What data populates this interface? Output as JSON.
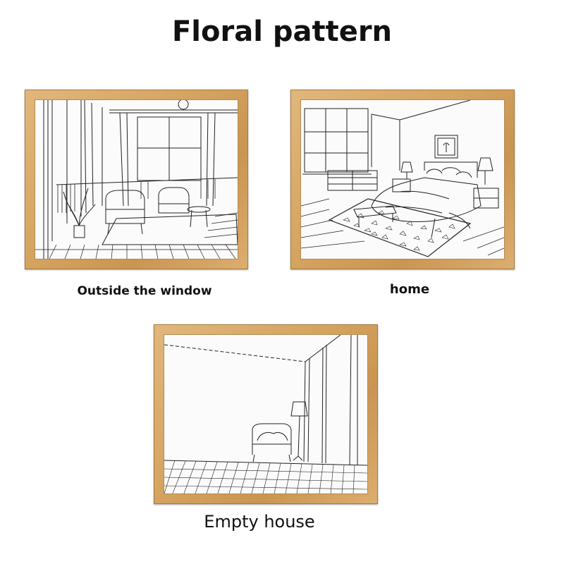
{
  "title": "Floral pattern",
  "items": [
    {
      "caption": "Outside the window",
      "icon": "living-room-sketch-icon"
    },
    {
      "caption": "home",
      "icon": "bedroom-sketch-icon"
    },
    {
      "caption": "Empty house",
      "icon": "empty-room-sketch-icon"
    }
  ],
  "colors": {
    "frame": "#d4a35f",
    "frame_edge": "#a97a3c",
    "line": "#222222"
  }
}
